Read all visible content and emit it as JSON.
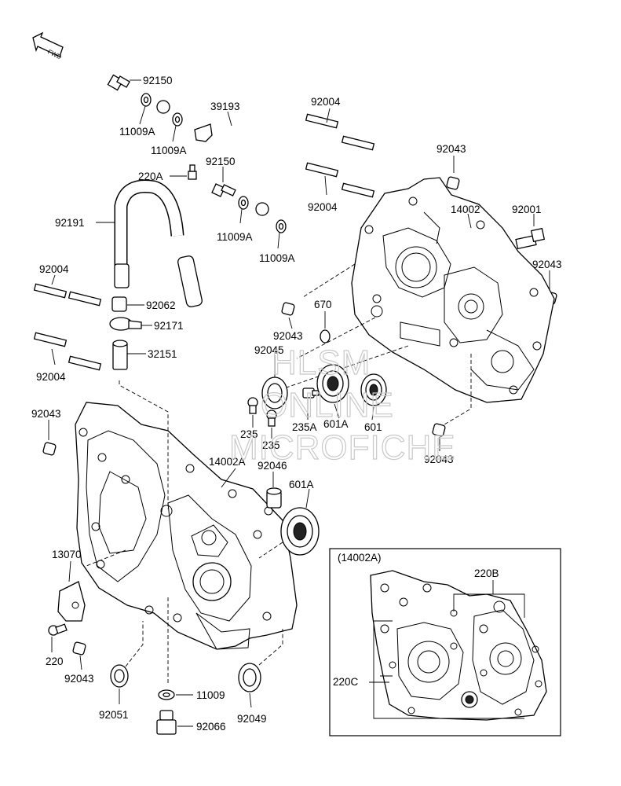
{
  "fwd_label": "FWD",
  "callouts": {
    "p92150_top": "92150",
    "p11009A_1": "11009A",
    "p39193": "39193",
    "p11009A_2": "11009A",
    "p220A": "220A",
    "p92150_mid": "92150",
    "p92191": "92191",
    "p11009A_3": "11009A",
    "p11009A_4": "11009A",
    "p92004_tr1": "92004",
    "p92004_tr2": "92004",
    "p92043_tr": "92043",
    "p14002": "14002",
    "p92001": "92001",
    "p92043_r": "92043",
    "p92004_l1": "92004",
    "p92062": "92062",
    "p92171": "92171",
    "p32151": "32151",
    "p92004_l2": "92004",
    "p670": "670",
    "p92043_c": "92043",
    "p92045": "92045",
    "p235": "235",
    "p235_2": "235",
    "p235A": "235A",
    "p601A": "601A",
    "p601": "601",
    "p92043_br": "92043",
    "p92043_l": "92043",
    "p14002A": "14002A",
    "p92046": "92046",
    "p601A_2": "601A",
    "p13070": "13070",
    "p220": "220",
    "p92043_b": "92043",
    "p92051": "92051",
    "p11009": "11009",
    "p92066": "92066",
    "p92049": "92049"
  },
  "inset": {
    "title": "(14002A)",
    "label_220B": "220B",
    "label_220C": "220C"
  },
  "watermark": {
    "line1": "HLSM",
    "line2": "ONLINE",
    "line3": "MICROFICHE"
  }
}
